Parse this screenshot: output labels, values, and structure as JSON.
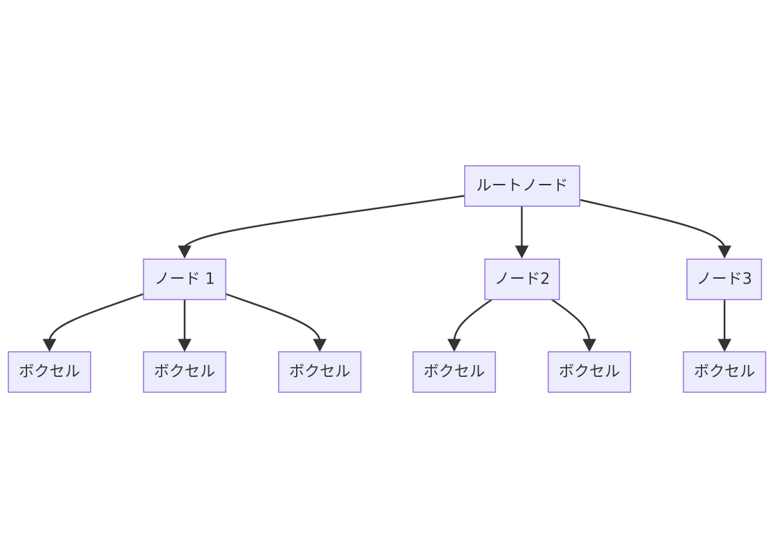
{
  "diagram": {
    "type": "flowchart-tree",
    "direction": "top-down",
    "colors": {
      "node_fill": "#ECECFF",
      "node_border": "#9370DB",
      "edge": "#333333",
      "text": "#333333"
    },
    "nodes": {
      "root": "ルートノード",
      "n1": "ノード 1",
      "n2": "ノード2",
      "n3": "ノード3",
      "l1": "ボクセル",
      "l2": "ボクセル",
      "l3": "ボクセル",
      "l4": "ボクセル",
      "l5": "ボクセル",
      "l6": "ボクセル"
    },
    "edges": [
      {
        "from": "root",
        "to": "n1"
      },
      {
        "from": "root",
        "to": "n2"
      },
      {
        "from": "root",
        "to": "n3"
      },
      {
        "from": "n1",
        "to": "l1"
      },
      {
        "from": "n1",
        "to": "l2"
      },
      {
        "from": "n1",
        "to": "l3"
      },
      {
        "from": "n2",
        "to": "l4"
      },
      {
        "from": "n2",
        "to": "l5"
      },
      {
        "from": "n3",
        "to": "l6"
      }
    ]
  }
}
